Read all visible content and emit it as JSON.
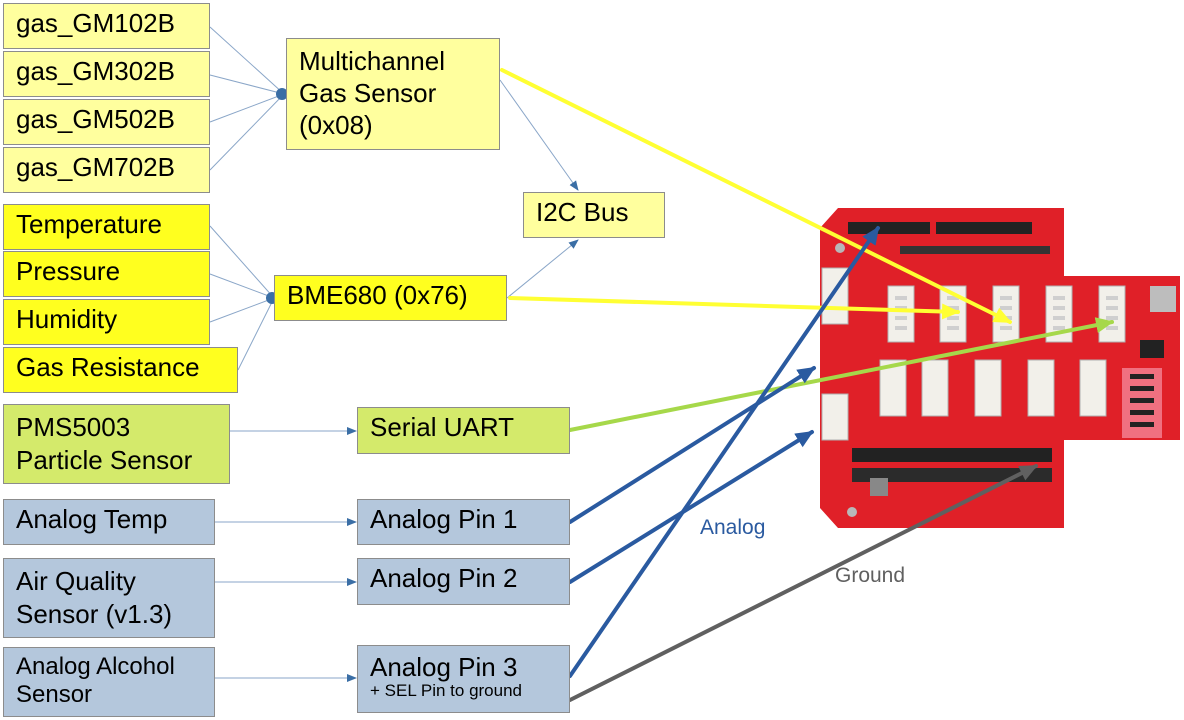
{
  "gas_inputs": [
    "gas_GM102B",
    "gas_GM302B",
    "gas_GM502B",
    "gas_GM702B"
  ],
  "bme_inputs": [
    "Temperature",
    "Pressure",
    "Humidity",
    "Gas Resistance"
  ],
  "multichannel": {
    "line1": "Multichannel",
    "line2": "Gas Sensor",
    "line3": "(0x08)"
  },
  "i2c_bus": "I2C Bus",
  "bme680": "BME680 (0x76)",
  "pms5003": {
    "line1": "PMS5003",
    "line2": "Particle Sensor"
  },
  "serial_uart": "Serial UART",
  "analog_temp": "Analog Temp",
  "air_quality": {
    "line1": "Air Quality",
    "line2": "Sensor (v1.3)"
  },
  "alcohol": {
    "line1": "Analog Alcohol",
    "line2": "Sensor"
  },
  "analog_pin1": "Analog Pin 1",
  "analog_pin2": "Analog Pin 2",
  "analog_pin3": {
    "title": "Analog Pin 3",
    "note": "+ SEL Pin to ground"
  },
  "labels": {
    "analog": "Analog",
    "ground": "Ground"
  },
  "colors": {
    "i2c_wire": "#ffff33",
    "uart_wire": "#a6d84a",
    "analog_wire": "#2a5aa0",
    "ground_wire": "#606060",
    "board": "#e02028"
  }
}
